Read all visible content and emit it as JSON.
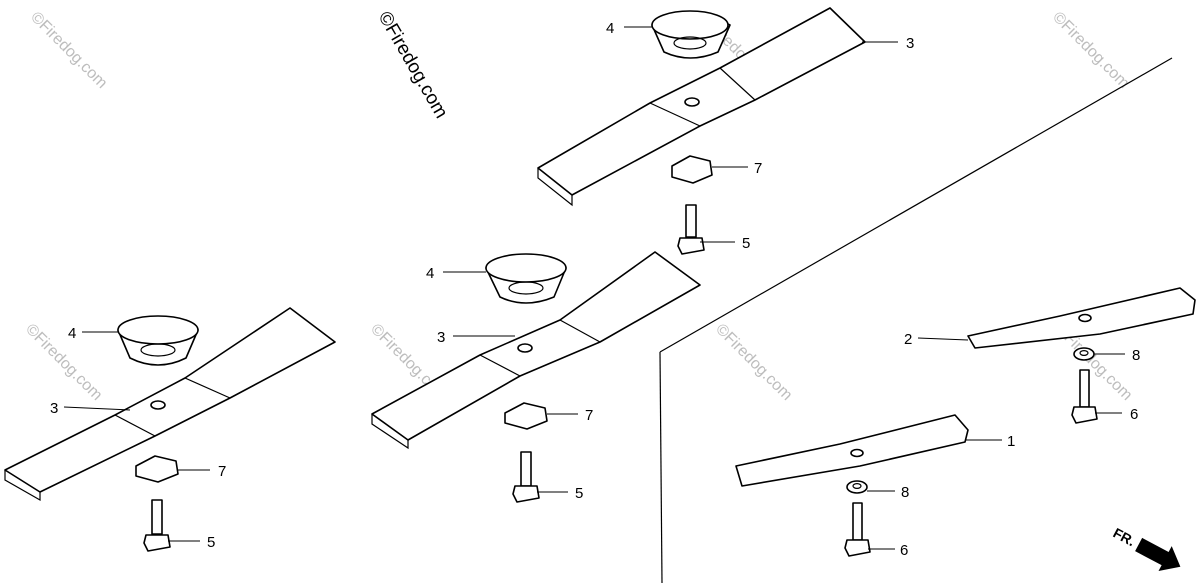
{
  "watermark": "©Firedog.com",
  "front_indicator": {
    "label": "FR.",
    "icon": "arrow-right-icon"
  },
  "callouts": {
    "c1": "1",
    "c2": "2",
    "c3a": "3",
    "c3b": "3",
    "c3c": "3",
    "c4a": "4",
    "c4b": "4",
    "c4c": "4",
    "c5a": "5",
    "c5b": "5",
    "c5c": "5",
    "c6a": "6",
    "c6b": "6",
    "c7a": "7",
    "c7b": "7",
    "c7c": "7",
    "c8a": "8",
    "c8b": "8"
  }
}
